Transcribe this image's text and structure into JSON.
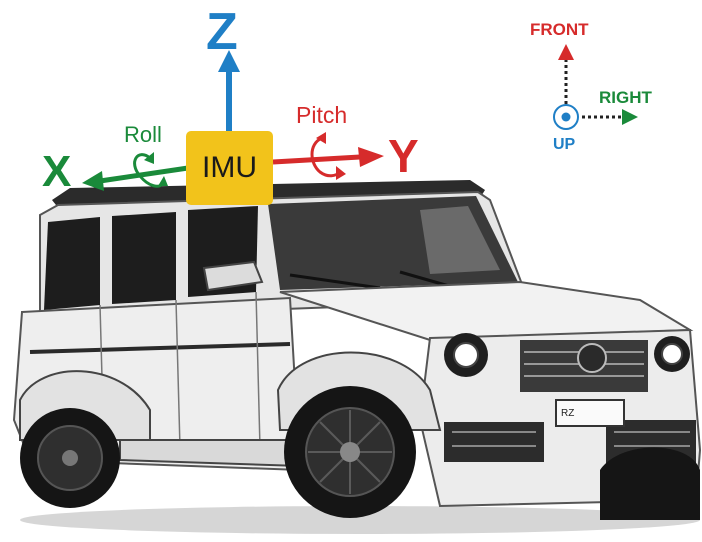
{
  "axes": {
    "z_label": "Z",
    "x_label": "X",
    "y_label": "Y",
    "roll_label": "Roll",
    "pitch_label": "Pitch",
    "imu_label": "IMU"
  },
  "legend": {
    "front_label": "FRONT",
    "right_label": "RIGHT",
    "up_label": "UP"
  },
  "vehicle": {
    "plate_text": "RZ"
  },
  "colors": {
    "z_axis": "#1f7fc6",
    "x_axis": "#1a8a3a",
    "y_axis": "#d62b2b",
    "imu_box": "#f2c31b",
    "vehicle_body": "#e9e9e9"
  }
}
